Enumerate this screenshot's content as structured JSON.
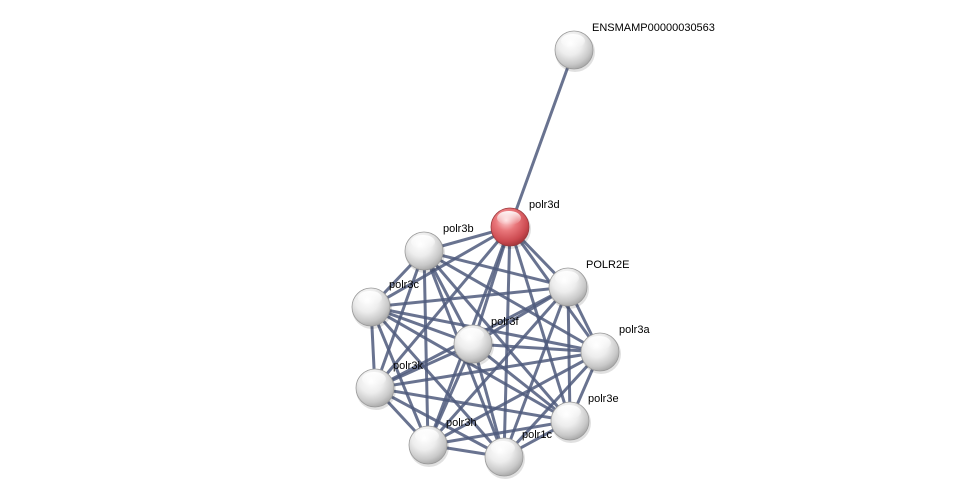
{
  "network": {
    "query_node": "polr3d",
    "colors": {
      "edge": "#4f5a7c",
      "query_node": "#d9575c",
      "node": "#d8d8d8",
      "label": "#000000"
    },
    "nodes": [
      {
        "id": "ENSMAMP00000030563",
        "label": "ENSMAMP00000030563",
        "query": false
      },
      {
        "id": "polr3d",
        "label": "polr3d",
        "query": true
      },
      {
        "id": "polr3b",
        "label": "polr3b",
        "query": false
      },
      {
        "id": "POLR2E",
        "label": "POLR2E",
        "query": false
      },
      {
        "id": "polr3c",
        "label": "polr3c",
        "query": false
      },
      {
        "id": "polr3f",
        "label": "polr3f",
        "query": false
      },
      {
        "id": "polr3a",
        "label": "polr3a",
        "query": false
      },
      {
        "id": "polr3k",
        "label": "polr3k",
        "query": false
      },
      {
        "id": "polr3e",
        "label": "polr3e",
        "query": false
      },
      {
        "id": "polr3h",
        "label": "polr3h",
        "query": false
      },
      {
        "id": "polr1c",
        "label": "polr1c",
        "query": false
      }
    ],
    "edges": [
      [
        "polr3d",
        "ENSMAMP00000030563"
      ],
      [
        "polr3d",
        "polr3b"
      ],
      [
        "polr3d",
        "POLR2E"
      ],
      [
        "polr3d",
        "polr3c"
      ],
      [
        "polr3d",
        "polr3f"
      ],
      [
        "polr3d",
        "polr3a"
      ],
      [
        "polr3d",
        "polr3k"
      ],
      [
        "polr3d",
        "polr3e"
      ],
      [
        "polr3d",
        "polr3h"
      ],
      [
        "polr3d",
        "polr1c"
      ],
      [
        "polr3b",
        "POLR2E"
      ],
      [
        "polr3b",
        "polr3c"
      ],
      [
        "polr3b",
        "polr3f"
      ],
      [
        "polr3b",
        "polr3a"
      ],
      [
        "polr3b",
        "polr3k"
      ],
      [
        "polr3b",
        "polr3e"
      ],
      [
        "polr3b",
        "polr3h"
      ],
      [
        "polr3b",
        "polr1c"
      ],
      [
        "POLR2E",
        "polr3c"
      ],
      [
        "POLR2E",
        "polr3f"
      ],
      [
        "POLR2E",
        "polr3a"
      ],
      [
        "POLR2E",
        "polr3k"
      ],
      [
        "POLR2E",
        "polr3e"
      ],
      [
        "POLR2E",
        "polr3h"
      ],
      [
        "POLR2E",
        "polr1c"
      ],
      [
        "polr3c",
        "polr3f"
      ],
      [
        "polr3c",
        "polr3a"
      ],
      [
        "polr3c",
        "polr3k"
      ],
      [
        "polr3c",
        "polr3e"
      ],
      [
        "polr3c",
        "polr3h"
      ],
      [
        "polr3c",
        "polr1c"
      ],
      [
        "polr3f",
        "polr3a"
      ],
      [
        "polr3f",
        "polr3k"
      ],
      [
        "polr3f",
        "polr3e"
      ],
      [
        "polr3f",
        "polr3h"
      ],
      [
        "polr3f",
        "polr1c"
      ],
      [
        "polr3a",
        "polr3k"
      ],
      [
        "polr3a",
        "polr3e"
      ],
      [
        "polr3a",
        "polr3h"
      ],
      [
        "polr3a",
        "polr1c"
      ],
      [
        "polr3k",
        "polr3e"
      ],
      [
        "polr3k",
        "polr3h"
      ],
      [
        "polr3k",
        "polr1c"
      ],
      [
        "polr3e",
        "polr3h"
      ],
      [
        "polr3e",
        "polr1c"
      ],
      [
        "polr3h",
        "polr1c"
      ]
    ]
  }
}
